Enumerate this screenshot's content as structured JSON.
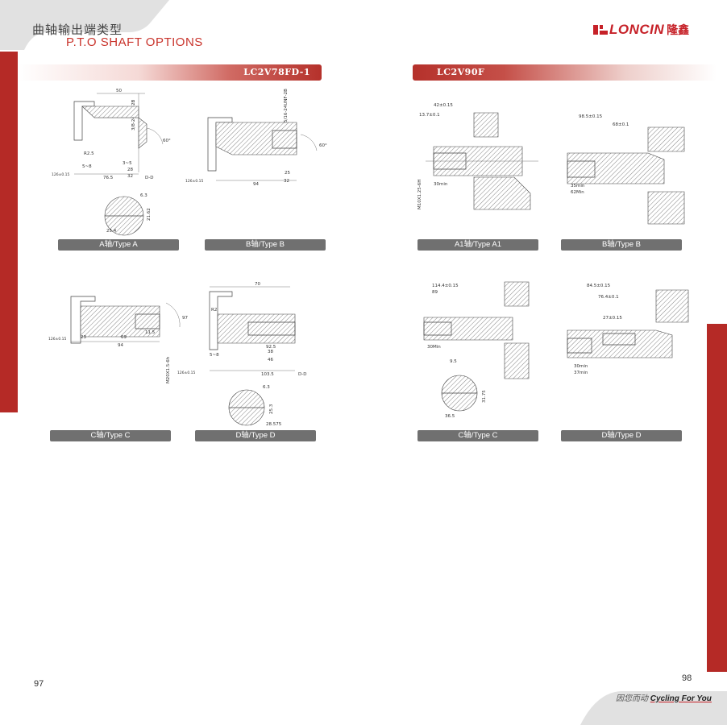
{
  "header": {
    "title_cn": "曲轴输出端类型",
    "title_en": "P.T.O SHAFT OPTIONS"
  },
  "brand": {
    "logo_text": "LONCIN",
    "logo_cn": "隆鑫",
    "accent_color": "#b52a26"
  },
  "left_page": {
    "model": "LC2V78FD-1",
    "page_number": "97",
    "types": [
      "A轴/Type A",
      "B轴/Type B",
      "C轴/Type C",
      "D轴/Type D"
    ],
    "dims": {
      "a": {
        "d1": "50",
        "d2": "3/8-24UNF-2B",
        "d3": "60°",
        "d4": "R2.5",
        "d5": "3~5",
        "d6": "28",
        "d7": "32",
        "d8": "5~8",
        "d9": "76.5",
        "d10": "D-D",
        "d11": "126±0.15",
        "d12": "6.3",
        "d13": "21.62",
        "d14": "25.4"
      },
      "b": {
        "d1": "5/16-24UNF-2B",
        "d2": "60°",
        "d3": "25",
        "d4": "94",
        "d5": "32",
        "d6": "126±0.15"
      },
      "c": {
        "d1": "97",
        "d2": "11.5",
        "d3": "23",
        "d4": "69",
        "d5": "94",
        "d6": "126±0.15",
        "d7": "M20X1.5-6h"
      },
      "d": {
        "d1": "70",
        "d2": "R2",
        "d3": "5~8",
        "d4": "92.5",
        "d5": "38",
        "d6": "46",
        "d7": "103.5",
        "d8": "D-D",
        "d9": "126±0.15",
        "d10": "6.3",
        "d11": "25.3",
        "d12": "28.575"
      }
    }
  },
  "right_page": {
    "model": "LC2V90F",
    "page_number": "98",
    "types": [
      "A1轴/Type A1",
      "B轴/Type B",
      "C轴/Type C",
      "D轴/Type D"
    ],
    "dims": {
      "a1": {
        "d1": "42±0.15",
        "d2": "13.7±0.1",
        "d3": "30min",
        "d4": "M10X1.25-6H"
      },
      "b": {
        "d1": "98.5±0.15",
        "d2": "68±0.1",
        "d3": "35min",
        "d4": "62Min"
      },
      "c": {
        "d1": "114.4±0.15",
        "d2": "89",
        "d3": "30Min",
        "d4": "9.5",
        "d5": "36.5",
        "d6": "31.75"
      },
      "d": {
        "d1": "84.5±0.15",
        "d2": "76.4±0.1",
        "d3": "27±0.15",
        "d4": "30min",
        "d5": "37min"
      }
    }
  },
  "footer": {
    "slogan_cn": "因您而动",
    "slogan_en": "Cycling For You"
  }
}
